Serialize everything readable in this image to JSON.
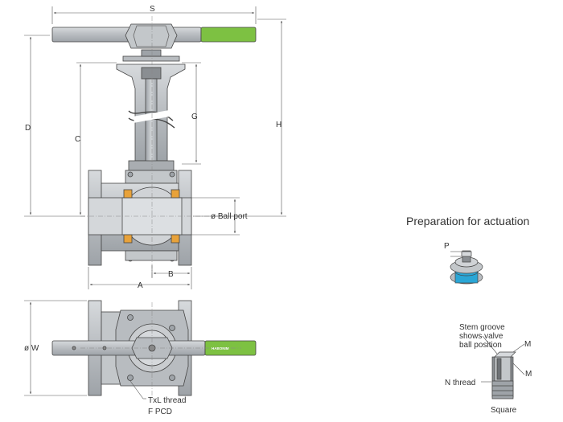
{
  "labels": {
    "S": "S",
    "D": "D",
    "C": "C",
    "G": "G",
    "H": "H",
    "ball_port": "ø Ball port",
    "A": "A",
    "B": "B",
    "W": "ø W",
    "txl_thread": "TxL thread",
    "f_pcd": "F PCD",
    "preparation_heading": "Preparation for actuation",
    "P": "P",
    "stem_groove_1": "Stem groove",
    "stem_groove_2": "shows valve",
    "stem_groove_3": "ball position",
    "M_top": "M",
    "M_bottom": "M",
    "n_thread": "N thread",
    "square": "Square",
    "handle_brand": "HABONIM"
  },
  "colors": {
    "handle_grip": "#7dc142",
    "steel": "#c9cccf",
    "steel_dark": "#8a8e92",
    "seat": "#e8a23a",
    "stem_ring": "#2aa6d6",
    "outline": "#444444",
    "dimension_line": "#555555"
  },
  "icons": [
    "ball-valve-front-section",
    "ball-valve-top-view",
    "stem-actuation-detail",
    "stem-square-detail"
  ]
}
